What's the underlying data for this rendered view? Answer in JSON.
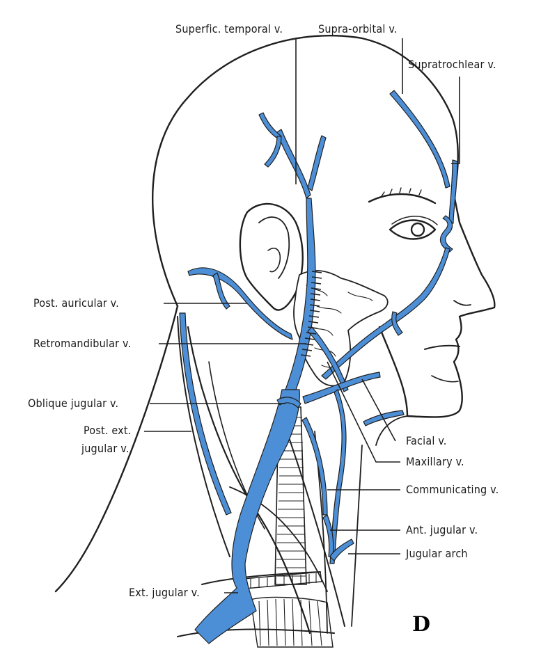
{
  "figure_letter": "D",
  "colors": {
    "vein": "#4d8fd6",
    "outline": "#1f1f1f",
    "background": "#ffffff"
  },
  "labels": {
    "superficial_temporal": "Superfic. temporal v.",
    "supra_orbital": "Supra-orbital v.",
    "supratrochlear": "Supratrochlear v.",
    "post_auricular": "Post. auricular v.",
    "retromandibular": "Retromandibular v.",
    "oblique_jugular": "Oblique jugular v.",
    "post_ext_jugular_1": "Post. ext.",
    "post_ext_jugular_2": "jugular v.",
    "ext_jugular": "Ext. jugular v.",
    "facial": "Facial v.",
    "maxillary": "Maxillary v.",
    "communicating": "Communicating v.",
    "ant_jugular": "Ant. jugular v.",
    "jugular_arch": "Jugular arch"
  }
}
